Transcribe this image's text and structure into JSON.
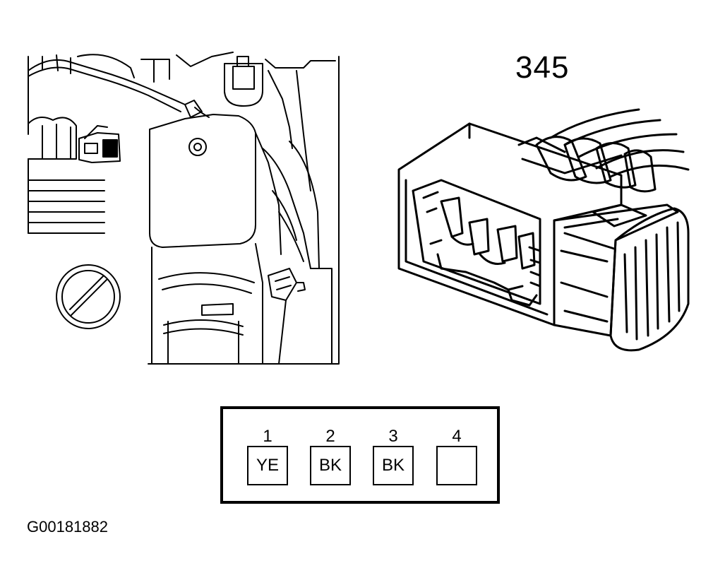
{
  "connector_number": "345",
  "figure_id": "G00181882",
  "pinout": [
    {
      "pin": "1",
      "color": "YE"
    },
    {
      "pin": "2",
      "color": "BK"
    },
    {
      "pin": "3",
      "color": "BK"
    },
    {
      "pin": "4",
      "color": ""
    }
  ]
}
